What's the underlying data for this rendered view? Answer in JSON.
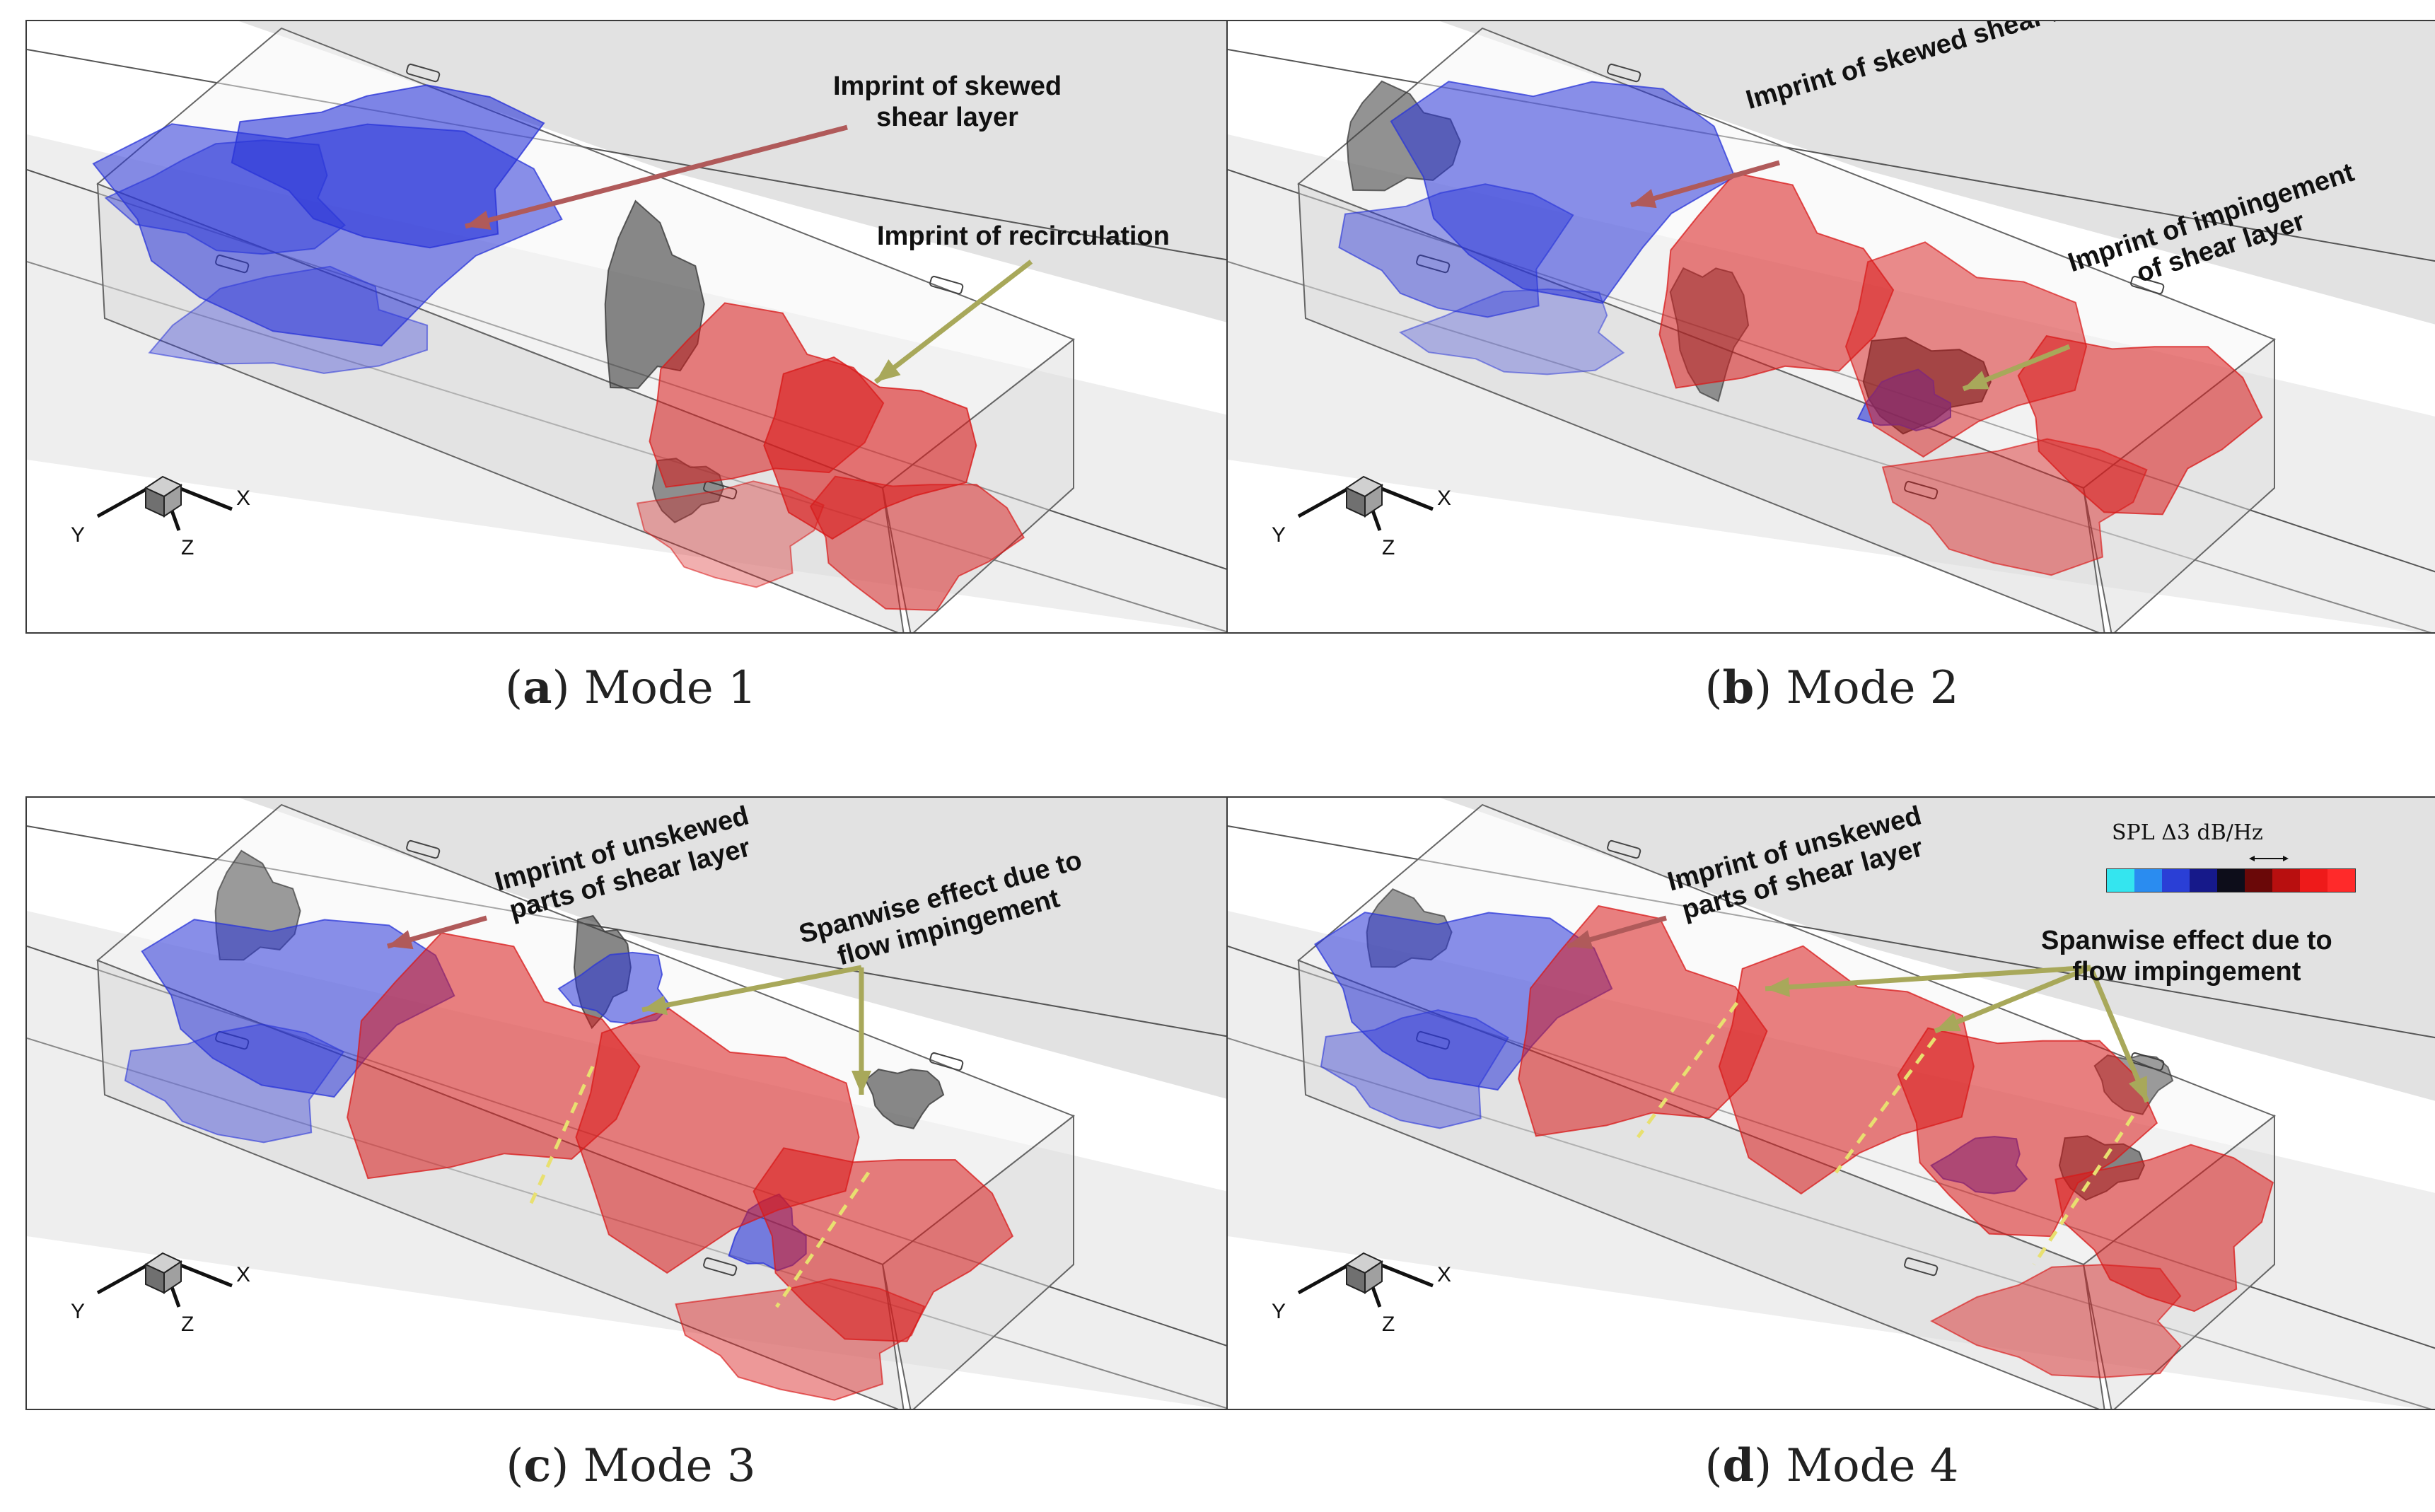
{
  "panels": [
    {
      "caption_letter": "a",
      "caption_text": "Mode 1",
      "annotations": [
        {
          "lines": [
            "Imprint of skewed",
            "shear layer"
          ]
        },
        {
          "lines": [
            "Imprint of recirculation"
          ]
        }
      ]
    },
    {
      "caption_letter": "b",
      "caption_text": "Mode 2",
      "annotations": [
        {
          "lines": [
            "Imprint of skewed shear layer"
          ]
        },
        {
          "lines": [
            "Imprint of impingement",
            "of shear layer"
          ]
        }
      ]
    },
    {
      "caption_letter": "c",
      "caption_text": "Mode 3",
      "annotations": [
        {
          "lines": [
            "Imprint of unskewed",
            "parts of shear layer"
          ]
        },
        {
          "lines": [
            "Spanwise effect due to",
            "flow impingement"
          ]
        }
      ]
    },
    {
      "caption_letter": "d",
      "caption_text": "Mode 4",
      "annotations": [
        {
          "lines": [
            "Imprint of unskewed",
            "parts of shear layer"
          ]
        },
        {
          "lines": [
            "Spanwise effect due to",
            "flow impingement"
          ]
        }
      ]
    }
  ],
  "axes": {
    "x": "X",
    "y": "Y",
    "z": "Z"
  },
  "legend": {
    "title": "SPL  Δ3 dB/Hz",
    "colors": [
      "#34e5ef",
      "#2a8cf0",
      "#2a3fd6",
      "#16198a",
      "#0d0d1a",
      "#6a0808",
      "#b80f0f",
      "#ee1a1a",
      "#ff2a2a"
    ]
  },
  "colors": {
    "blue": "#2a35d8",
    "red": "#d81a1a",
    "gray": "#3a3a3a",
    "arrow_red": "#b05a5a",
    "arrow_olive": "#a8a85a"
  }
}
